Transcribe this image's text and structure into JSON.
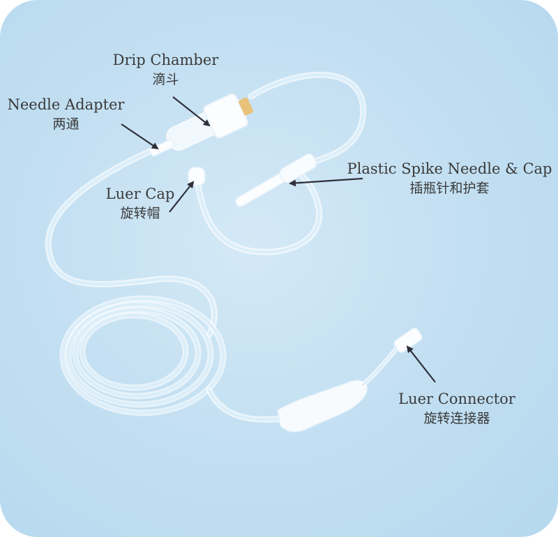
{
  "labels": {
    "drip_chamber": {
      "en": "Drip Chamber",
      "zh": "滴斗"
    },
    "needle_adapter": {
      "en": "Needle Adapter",
      "zh": "两通"
    },
    "plastic_spike": {
      "en": "Plastic Spike Needle & Cap",
      "zh": "插瓶针和护套"
    },
    "luer_cap": {
      "en": "Luer Cap",
      "zh": "旋转帽"
    },
    "luer_connector": {
      "en": "Luer Connector",
      "zh": "旋转连接器"
    }
  },
  "colors": {
    "background": "#c4e0f2",
    "tube": "#f4fbff",
    "arrow": "#2f2f3a",
    "text": "#3a3a3a",
    "cap_tip": "#e9c27a"
  }
}
